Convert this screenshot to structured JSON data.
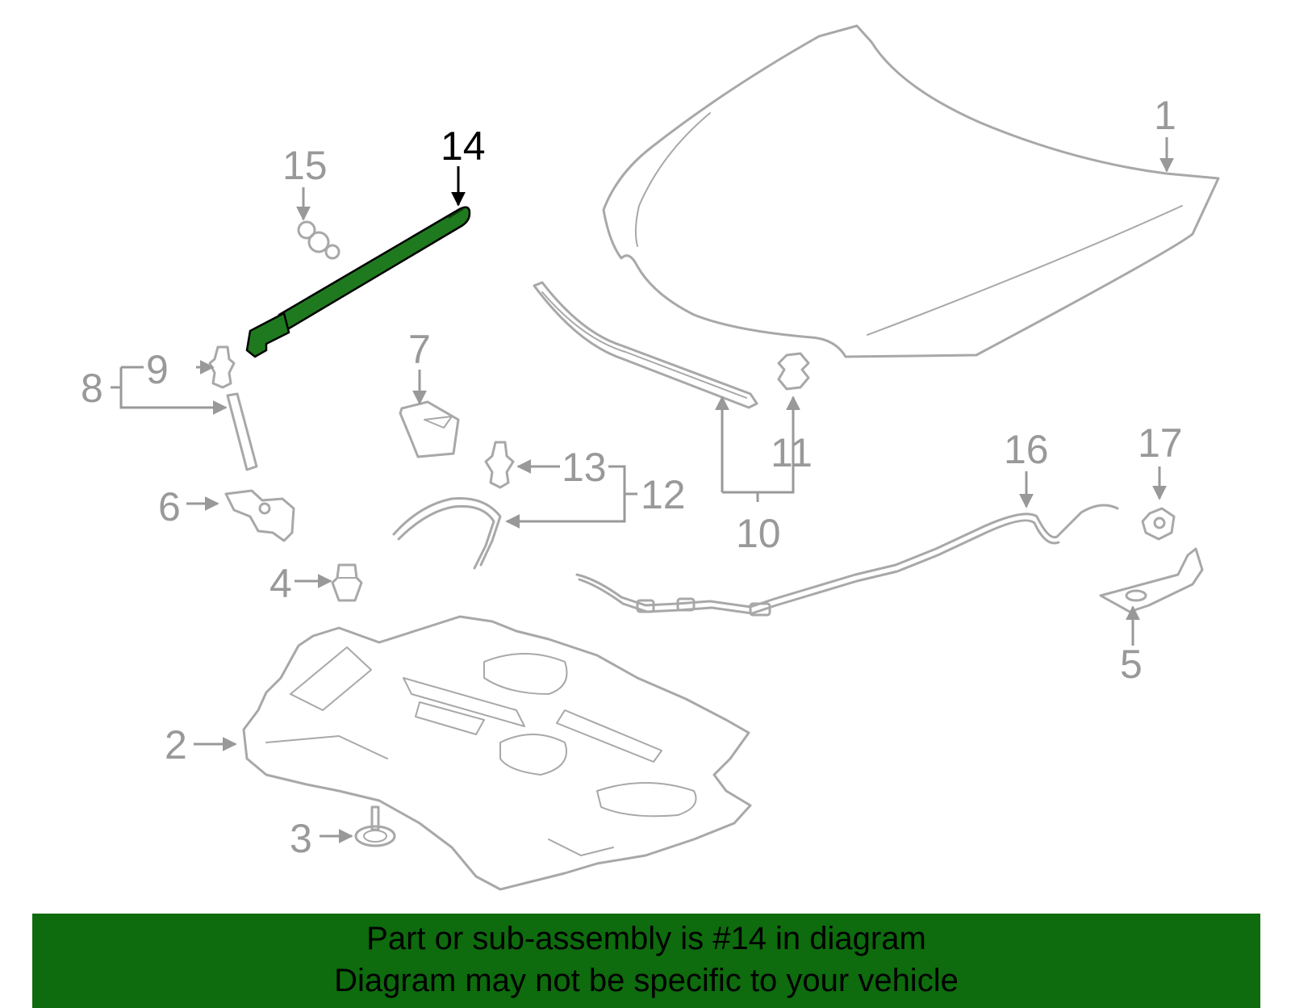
{
  "diagram": {
    "highlight_color": "#1f7a1f",
    "part_color": "#a8a8a8",
    "callouts": {
      "c1": "1",
      "c2": "2",
      "c3": "3",
      "c4": "4",
      "c5": "5",
      "c6": "6",
      "c7": "7",
      "c8": "8",
      "c9": "9",
      "c10": "10",
      "c11": "11",
      "c12": "12",
      "c13": "13",
      "c14": "14",
      "c15": "15",
      "c16": "16",
      "c17": "17"
    }
  },
  "banner": {
    "line1": "Part or sub-assembly is #14 in diagram",
    "line2": "Diagram may not be specific to your vehicle",
    "background": "#0e6b0e"
  }
}
